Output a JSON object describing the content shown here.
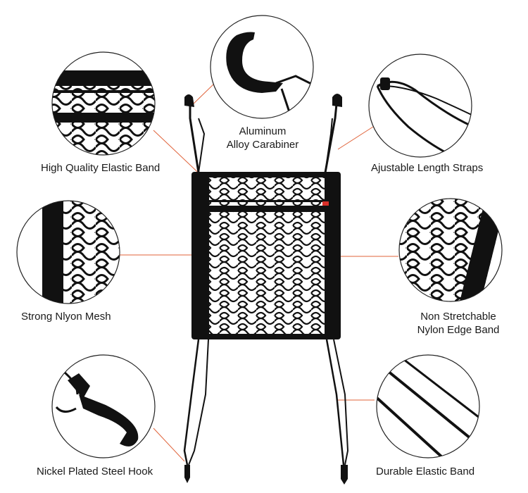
{
  "callouts": {
    "carabiner": [
      "Aluminum",
      "Alloy Carabiner"
    ],
    "elastic_band_top": "High Quality Elastic Band",
    "length_straps": "Ajustable Length Straps",
    "nylon_mesh": "Strong Nlyon Mesh",
    "edge_band": [
      "Non Stretchable",
      "Nylon Edge Band"
    ],
    "steel_hook": "Nickel Plated Steel Hook",
    "elastic_band_bottom": "Durable Elastic Band"
  },
  "colors": {
    "leader_line": "#e0633a",
    "product": "#111111",
    "circle_border": "#222222",
    "tag": "#d9302a"
  },
  "icons": [
    "carabiner-icon",
    "hook-icon",
    "mesh-net-icon"
  ]
}
